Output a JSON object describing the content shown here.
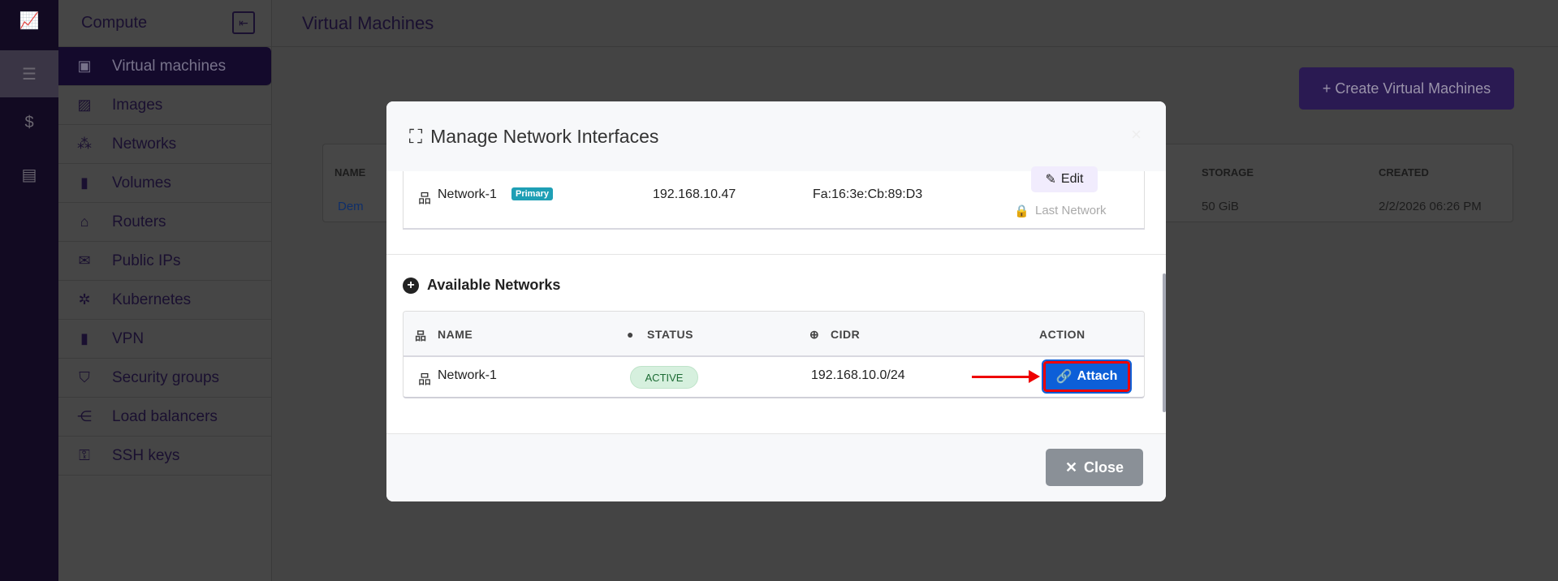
{
  "rail": {
    "items": [
      {
        "icon": "chart-line-icon"
      },
      {
        "icon": "server-icon"
      },
      {
        "icon": "invoice-icon"
      },
      {
        "icon": "document-icon"
      }
    ]
  },
  "sidebar": {
    "title": "Compute",
    "items": [
      {
        "label": "Virtual machines",
        "icon": "▣"
      },
      {
        "label": "Images",
        "icon": "▨"
      },
      {
        "label": "Networks",
        "icon": "⁂"
      },
      {
        "label": "Volumes",
        "icon": "▮"
      },
      {
        "label": "Routers",
        "icon": "⌂"
      },
      {
        "label": "Public IPs",
        "icon": "✉"
      },
      {
        "label": "Kubernetes",
        "icon": "✲"
      },
      {
        "label": "VPN",
        "icon": "▮"
      },
      {
        "label": "Security groups",
        "icon": "⛉"
      },
      {
        "label": "Load balancers",
        "icon": "⋲"
      },
      {
        "label": "SSH keys",
        "icon": "⚿"
      }
    ]
  },
  "page": {
    "title": "Virtual Machines",
    "create_label": "+ Create Virtual Machines",
    "table": {
      "headers": {
        "name": "NAME",
        "storage": "STORAGE",
        "created": "CREATED"
      },
      "row": {
        "name": "Dem",
        "storage": "50 GiB",
        "created": "2/2/2026 06:26 PM"
      }
    }
  },
  "modal": {
    "title": "Manage Network Interfaces",
    "close_x": "×",
    "attached": {
      "name": "Network-1",
      "badge": "Primary",
      "ip": "192.168.10.47",
      "mac": "Fa:16:3e:Cb:89:D3",
      "edit_label": "Edit",
      "last_label": "Last Network"
    },
    "available": {
      "title": "Available Networks",
      "headers": {
        "name": "NAME",
        "status": "STATUS",
        "cidr": "CIDR",
        "action": "ACTION"
      },
      "rows": [
        {
          "name": "Network-1",
          "status": "ACTIVE",
          "cidr": "192.168.10.0/24",
          "action": "Attach"
        }
      ]
    },
    "close_label": "Close"
  }
}
